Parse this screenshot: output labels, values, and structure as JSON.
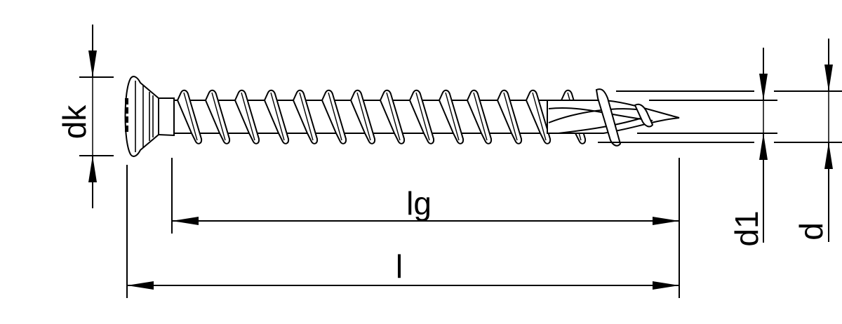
{
  "drawing": {
    "subject": "countersunk wood screw technical drawing",
    "line_color": "#000000",
    "background": "#ffffff"
  },
  "dimensions": {
    "dk": {
      "label": "dk",
      "meaning": "head diameter"
    },
    "lg": {
      "label": "lg",
      "meaning": "thread length"
    },
    "l": {
      "label": "l",
      "meaning": "total length"
    },
    "d1": {
      "label": "d1",
      "meaning": "core diameter"
    },
    "d": {
      "label": "d",
      "meaning": "thread diameter"
    }
  }
}
